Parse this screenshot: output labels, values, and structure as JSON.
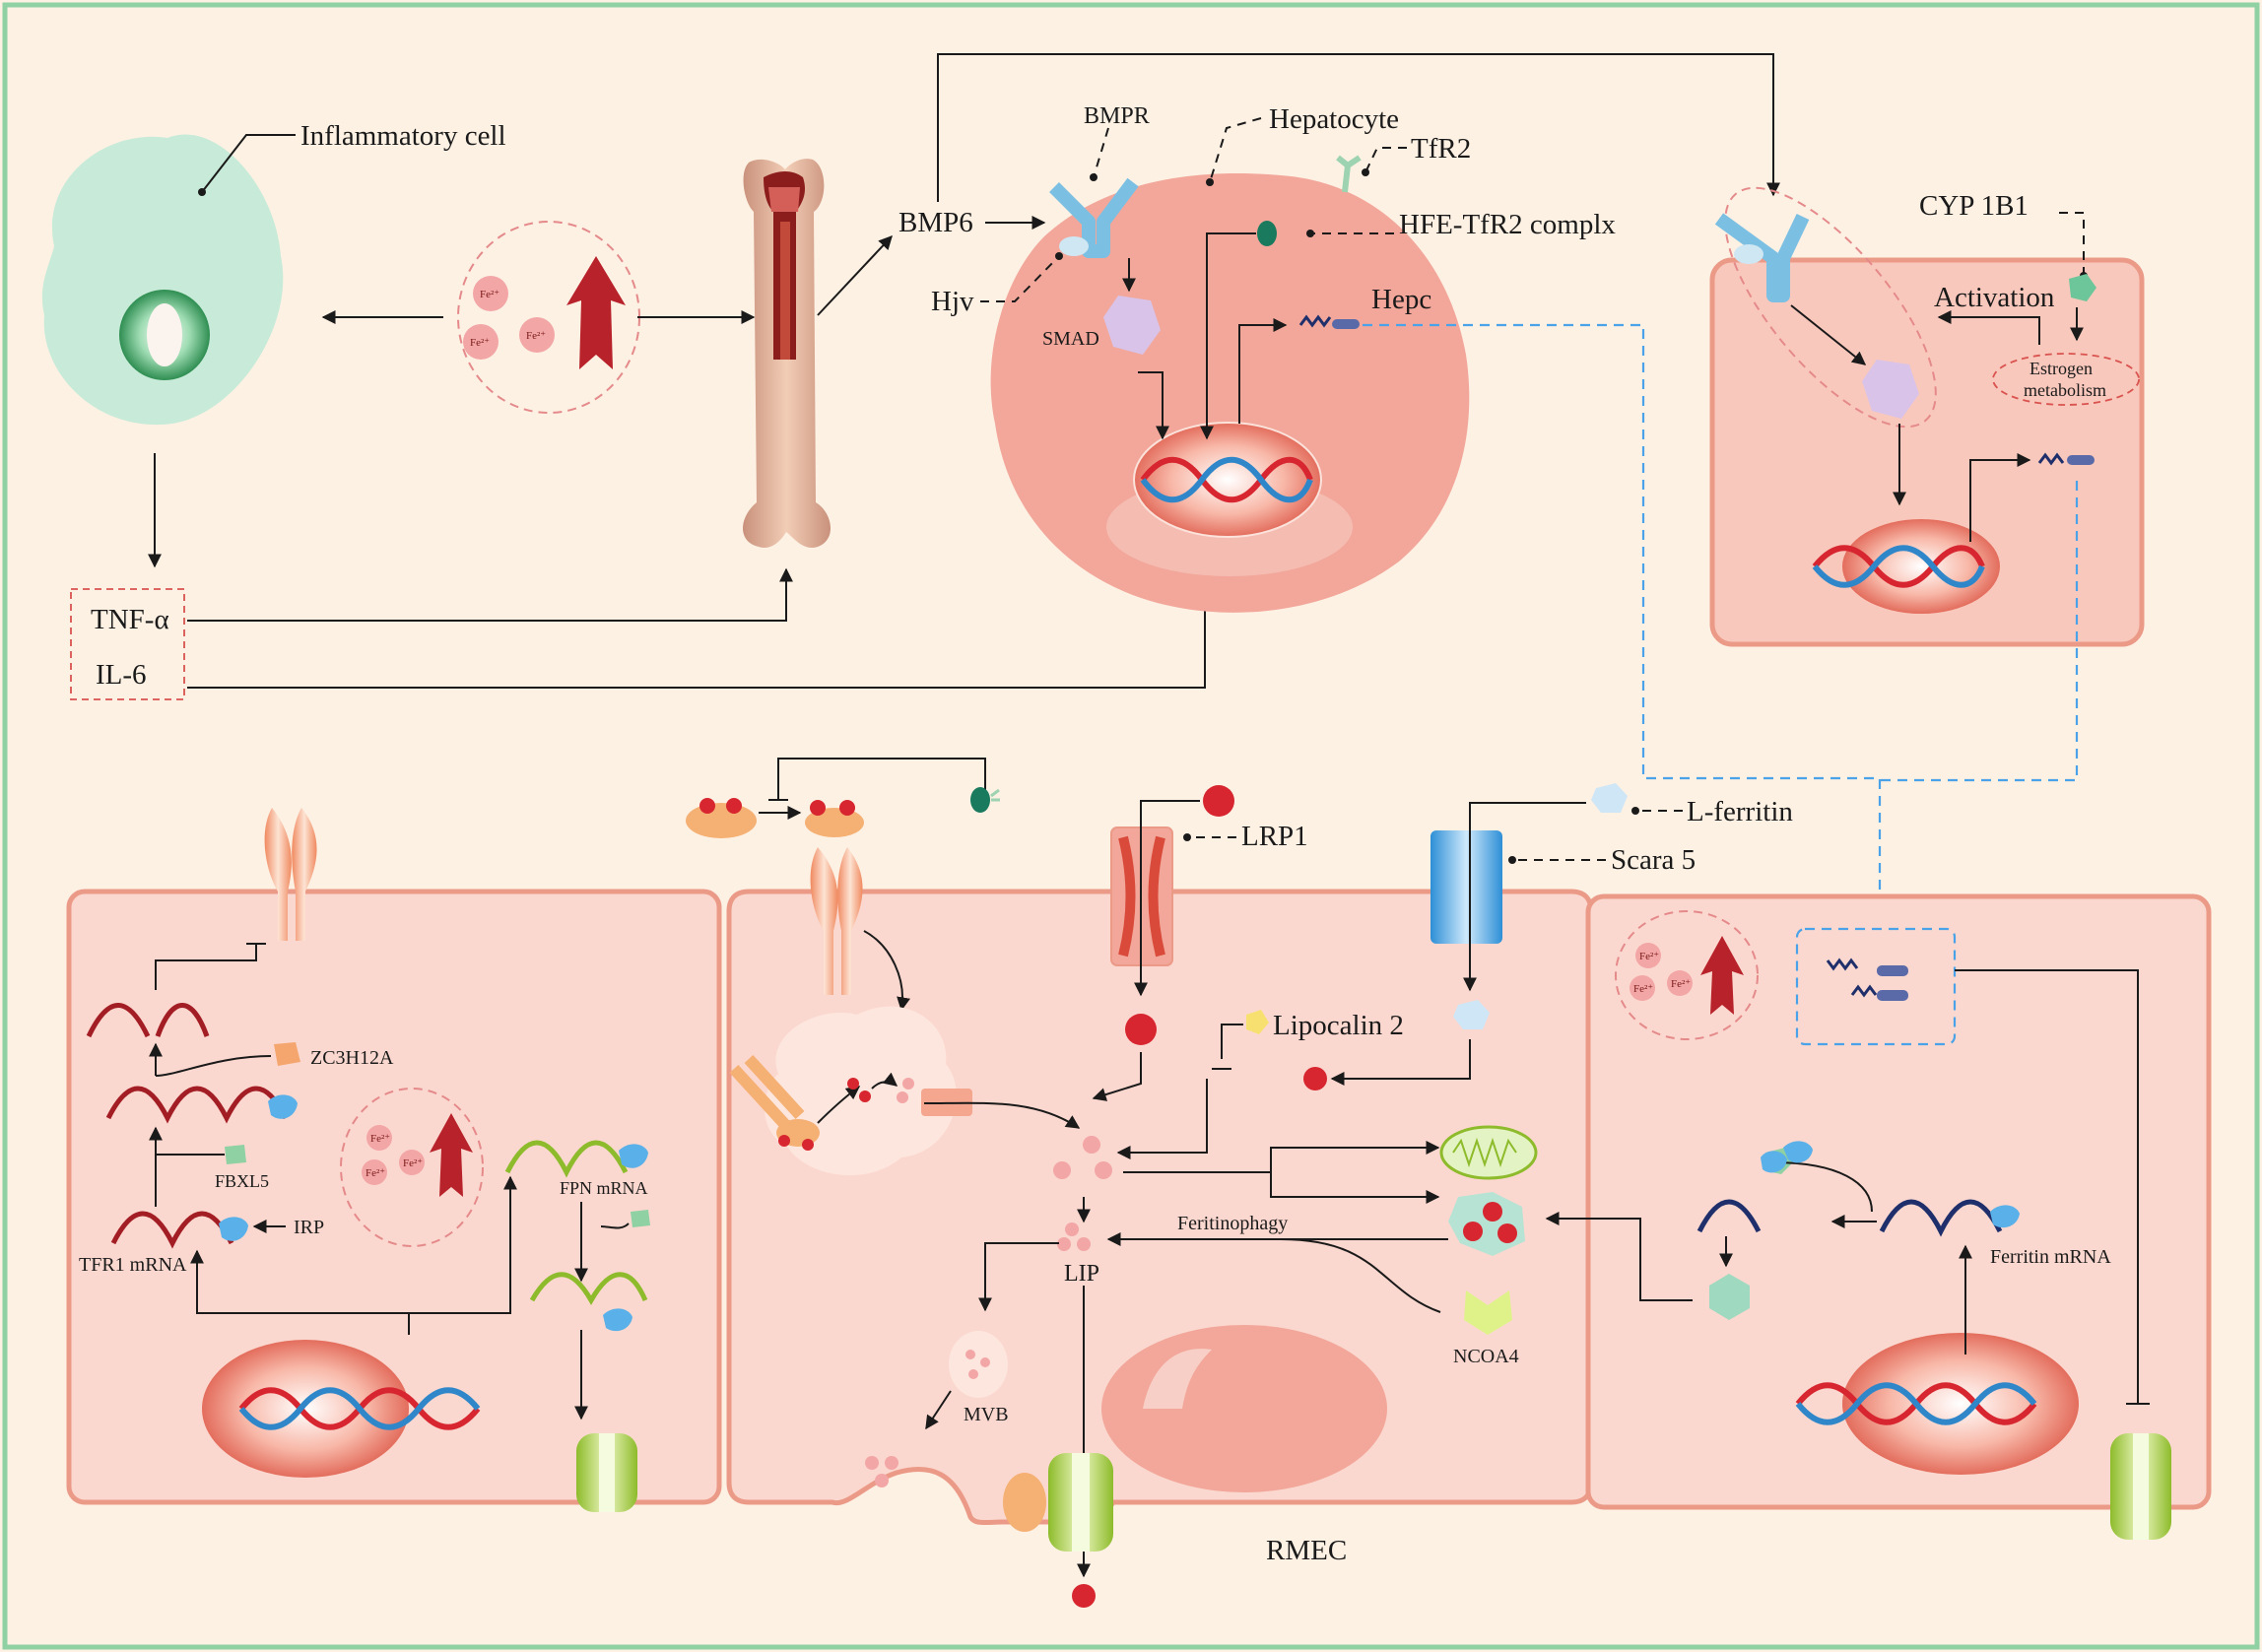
{
  "labels": {
    "inflammatory_cell": "Inflammatory cell",
    "tnf": "TNF-α",
    "il6": "IL-6",
    "bmp6": "BMP6",
    "bmpr": "BMPR",
    "hepatocyte": "Hepatocyte",
    "tfr2": "TfR2",
    "hfe_complex": "HFE-TfR2 complx",
    "hjv": "Hjv",
    "smad": "SMAD",
    "hepc": "Hepc",
    "cyp1b1": "CYP 1B1",
    "activation": "Activation",
    "estrogen": "Estrogen",
    "metabolism": "metabolism",
    "l_ferritin": "L-ferritin",
    "lrp1": "LRP1",
    "scara5": "Scara 5",
    "lipocalin2": "Lipocalin 2",
    "zc3h12a": "ZC3H12A",
    "fbxl5": "FBXL5",
    "irp": "IRP",
    "tfr1_mrna": "TFR1 mRNA",
    "fpn_mrna": "FPN mRNA",
    "feritinophagy": "Feritinophagy",
    "lip": "LIP",
    "mvb": "MVB",
    "ncoa4": "NCOA4",
    "rmec": "RMEC",
    "ferritin_mrna": "Ferritin mRNA",
    "fe2": "Fe²⁺"
  },
  "colors": {
    "background": "#fdf1e4",
    "border": "#8fd1a3",
    "cell_fill": "#fbd8cf",
    "cell_border": "#eb9a88",
    "hepatocyte": "#f2a79a",
    "dna_red": "#d7262f",
    "dna_blue": "#2f87c9",
    "dashed_link": "#4aa3e8"
  }
}
